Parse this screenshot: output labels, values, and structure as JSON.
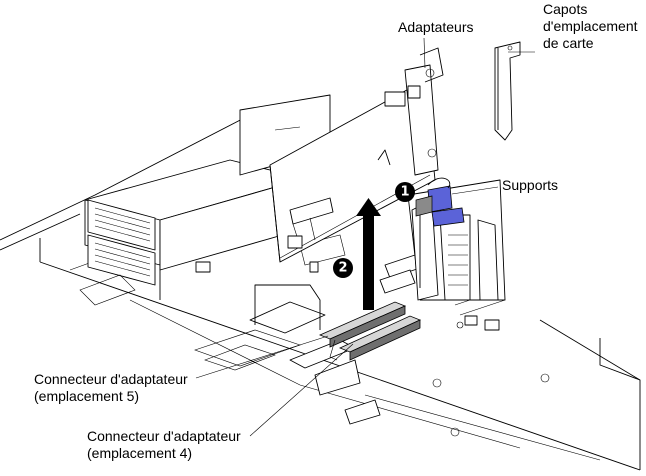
{
  "labels": {
    "adapters": "Adaptateurs",
    "slot_covers_line1": "Capots",
    "slot_covers_line2": "d'emplacement",
    "slot_covers_line3": "de carte",
    "supports": "Supports",
    "connector5_line1": "Connecteur d'adaptateur",
    "connector5_line2": "(emplacement 5)",
    "connector4_line1": "Connecteur d'adaptateur",
    "connector4_line2": "(emplacement 4)"
  },
  "callouts": {
    "step1": "1",
    "step2": "2"
  },
  "colors": {
    "support_blue": "#5b63d8",
    "callout_fill": "#000000",
    "connector_grey": "#8a8a8a"
  }
}
